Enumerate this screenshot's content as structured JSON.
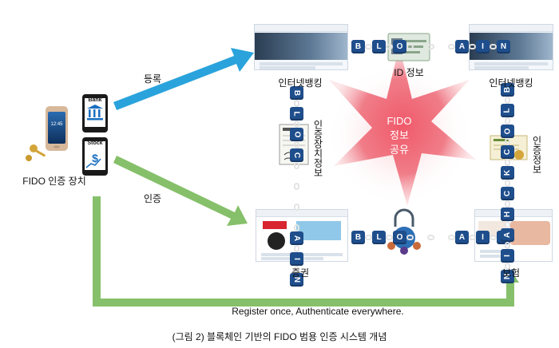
{
  "labels": {
    "register": "등록",
    "authenticate": "인증",
    "fido_device": "FIDO 인증 장치",
    "bank": "Bank",
    "stock": "Stock",
    "internet_banking_left": "인터넷뱅킹",
    "internet_banking_right": "인터넷뱅킹",
    "id_info": "ID 정보",
    "securities": "증권",
    "insurance": "보험",
    "auth_device_info": "인증장치정보",
    "auth_info": "인증정보",
    "fido_center": [
      "FIDO",
      "정보",
      "공유"
    ]
  },
  "chains": {
    "top": [
      "B",
      "L",
      "O",
      "",
      "",
      "A",
      "I",
      "N"
    ],
    "bottom": [
      "B",
      "L",
      "O",
      "",
      "",
      "A",
      "I",
      "N"
    ],
    "left": [
      "B",
      "L",
      "O",
      "C",
      "",
      "",
      "",
      "A",
      "I",
      "N"
    ],
    "right": [
      "B",
      "L",
      "O",
      "C",
      "K",
      "C",
      "H",
      "A",
      "I",
      "N"
    ]
  },
  "tagline": "Register once, Authenticate everywhere.",
  "caption": "(그림 2) 블록체인 기반의 FIDO 범용 인증 시스템 개념",
  "colors": {
    "blue_arrow": "#2aa3dc",
    "green_arrow": "#86c06a",
    "block": "#1f4e8c",
    "star": "#e8485a"
  }
}
